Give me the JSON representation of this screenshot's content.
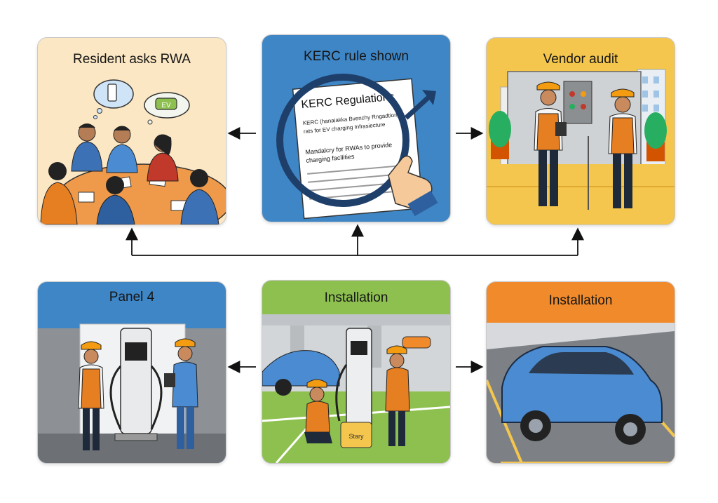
{
  "panels": [
    {
      "id": "p1",
      "title": "Resident asks RWA",
      "accent": "#fbe7c4"
    },
    {
      "id": "p2",
      "title": "KERC rule shown",
      "accent": "#3f86c6"
    },
    {
      "id": "p3",
      "title": "Vendor audit",
      "accent": "#f4c64d"
    },
    {
      "id": "p4",
      "title": "Panel 4",
      "accent": "#3f86c6"
    },
    {
      "id": "p5",
      "title": "Installation",
      "accent": "#8dc04f"
    },
    {
      "id": "p6",
      "title": "Installation",
      "accent": "#f18a2b"
    }
  ],
  "document": {
    "heading": "KERC Regulations",
    "line1": "KERC (hanaiakka Bvenchy Rngadtion)",
    "line2": "rats for EV charging Infrasiecture",
    "line3": "Mandalcry for RWAs to provide",
    "line4": "charging facilities"
  },
  "speech_bubble_label": "EV",
  "charger_label": "Stary"
}
